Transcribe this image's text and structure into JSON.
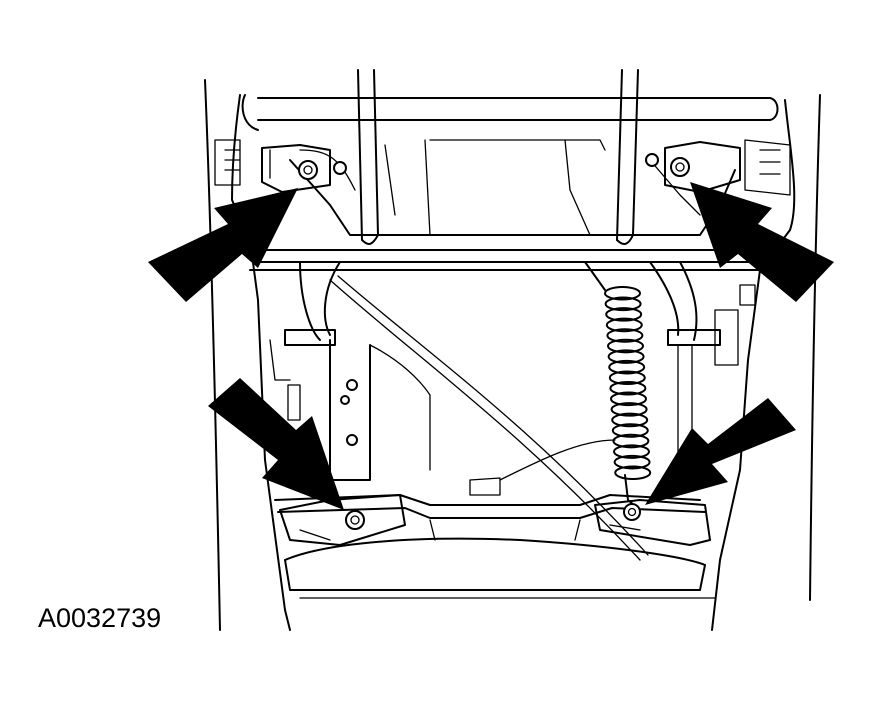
{
  "figure": {
    "id_label": "A0032739"
  },
  "illustration": {
    "subject": "seat-frame-underside",
    "callout_count": 4,
    "colors": {
      "line": "#000000",
      "background": "#ffffff",
      "arrow": "#000000"
    }
  }
}
